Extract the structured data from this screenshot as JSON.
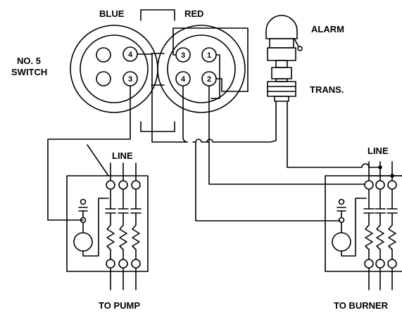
{
  "labels": {
    "blue": "BLUE",
    "red": "RED",
    "switch_line1": "NO. 5",
    "switch_line2": "SWITCH",
    "alarm": "ALARM",
    "trans": "TRANS.",
    "line_left": "LINE",
    "line_right": "LINE",
    "to_pump": "TO PUMP",
    "to_burner": "TO BURNER"
  },
  "terminals": {
    "blue_top_right": "4",
    "blue_bottom_right": "3",
    "red_top_left": "3",
    "red_top_right": "1",
    "red_bottom_left": "4",
    "red_bottom_right": "2"
  }
}
